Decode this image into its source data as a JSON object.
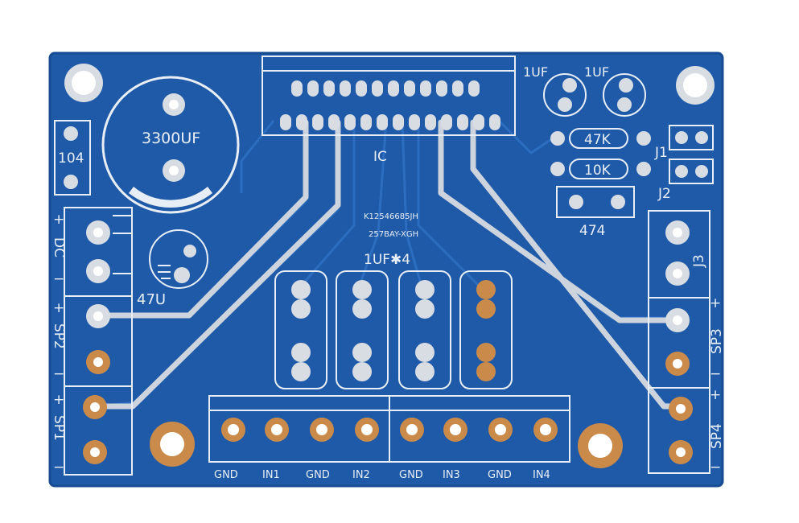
{
  "board": {
    "colors": {
      "board": "#1f5aa8",
      "board_dark": "#184c92",
      "trace": "#2d6dbf",
      "pad": "#c98a4a",
      "silk": "#e8eef6",
      "background": "#ffffff"
    }
  },
  "labels": {
    "cap_main": "3300UF",
    "cap_104": "104",
    "dc_plus": "+",
    "dc": "DC",
    "dc_minus": "−",
    "sp2_plus": "+",
    "sp2": "SP2",
    "sp2_minus": "−",
    "sp1_plus": "+",
    "sp1": "SP1",
    "sp1_minus": "−",
    "cap_47u": "47U",
    "ic": "IC",
    "ic_code1": "K12546685JH",
    "ic_code2": "257BAY-XGH",
    "caps_1uf4": "1UF✱4",
    "cap_1uf_a": "1UF",
    "cap_1uf_b": "1UF",
    "r_47k": "47K",
    "r_10k": "10K",
    "j1": "J1",
    "j2": "J2",
    "cap_474": "474",
    "j3": "J3",
    "sp3_plus": "+",
    "sp3": "SP3",
    "sp3_minus": "−",
    "sp4_plus": "+",
    "sp4": "SP4",
    "sp4_minus": "−",
    "gnd1": "GND",
    "in1": "IN1",
    "gnd2": "GND",
    "in2": "IN2",
    "gnd3": "GND",
    "in3": "IN3",
    "gnd4": "GND",
    "in4": "IN4"
  }
}
